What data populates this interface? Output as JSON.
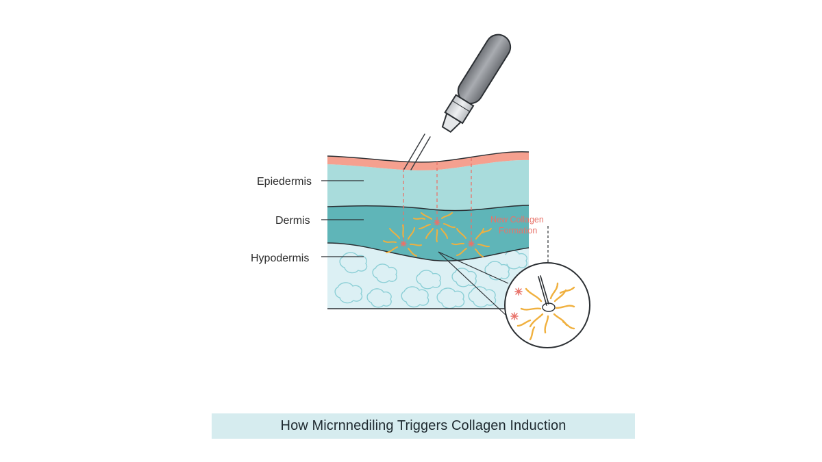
{
  "labels": {
    "epidermis": "Epiedermis",
    "dermis": "Dermis",
    "hypodermis": "Hypodermis"
  },
  "callout": {
    "line1": "New Collagen",
    "line2": "Formation"
  },
  "caption": "How Micrnnediling Triggers Collagen Induction",
  "colors": {
    "stratum": "#f5a08f",
    "epidermis": "#a9dcdc",
    "dermis": "#5fb5b8",
    "hypodermis": "#dcf0f4",
    "fat_cells": "#8ccfd6",
    "collagen": "#f0b03e",
    "marker": "#e8736a",
    "pen_body": "#8a8d92",
    "caption_bg": "#d6ecef"
  },
  "icons": {
    "tool": "microneedle-pen-icon",
    "magnifier": "magnified-detail-icon"
  }
}
